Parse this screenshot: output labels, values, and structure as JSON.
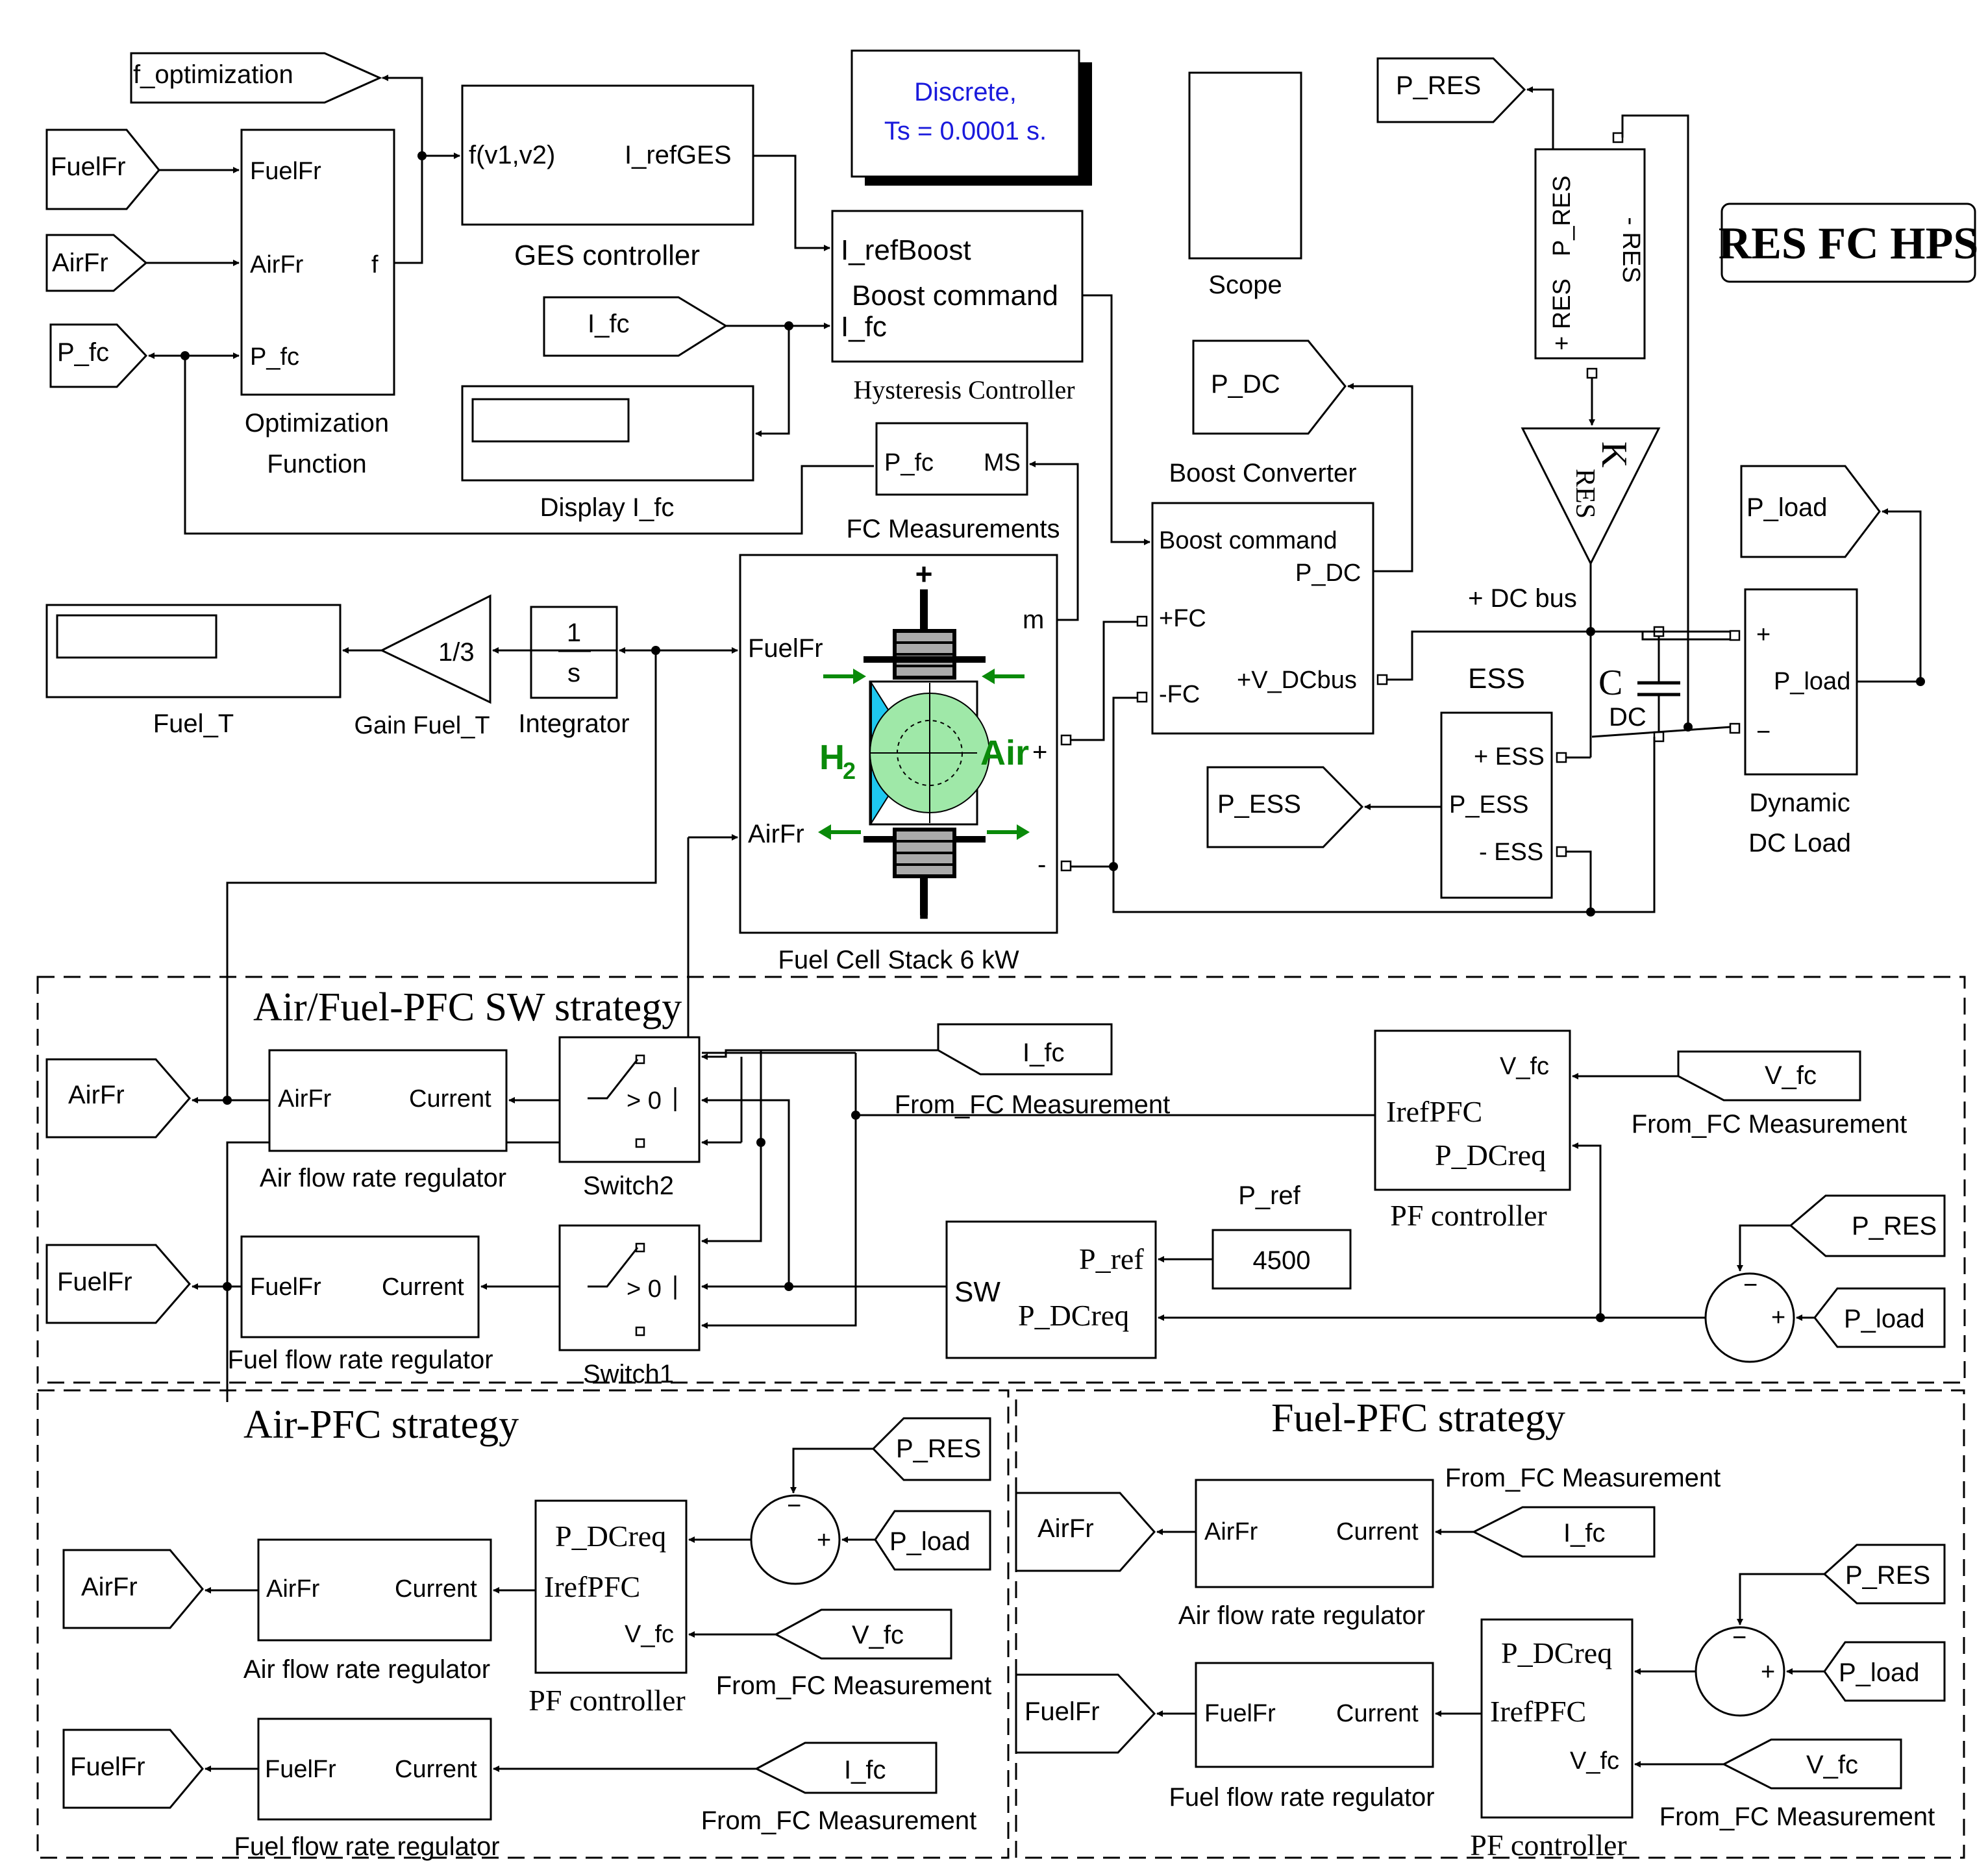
{
  "title": "RES FC HPS",
  "solver": {
    "line1": "Discrete,",
    "line2": "Ts = 0.0001 s."
  },
  "top": {
    "tag_f_optimization": "f_optimization",
    "tag_fuelfr": "FuelFr",
    "tag_airfr": "AirFr",
    "tag_p_fc": "P_fc",
    "tag_i_fc": "I_fc",
    "tag_p_res": "P_RES",
    "tag_p_dc": "P_DC",
    "tag_p_ess": "P_ESS",
    "tag_p_load": "P_load",
    "opt_in1": "FuelFr",
    "opt_in2": "AirFr",
    "opt_in3": "P_fc",
    "opt_out": "f",
    "opt_name1": "Optimization",
    "opt_name2": "Function",
    "ges_in": "f(v1,v2)",
    "ges_out": "I_refGES",
    "ges_name": "GES controller",
    "hyst_in1": "I_refBoost",
    "hyst_out": "Boost  command",
    "hyst_in2": "I_fc",
    "hyst_name": "Hysteresis Controller",
    "display_name": "Display I_fc",
    "scope_name": "Scope",
    "fcm_in": "P_fc",
    "fcm_out": "MS",
    "fcm_name": "FC Measurements",
    "fuelt_name": "Fuel_T",
    "gain_val": "1/3",
    "gain_name": "Gain Fuel_T",
    "int_num": "1",
    "int_den": "s",
    "int_name": "Integrator",
    "fc_in1": "FuelFr",
    "fc_in2": "AirFr",
    "fc_m": "m",
    "fc_plus": "+",
    "fc_minus": "-",
    "fc_top_plus": "+",
    "fc_bot_minus": "-",
    "fc_h2": "H",
    "fc_h2_sub": "2",
    "fc_air": "Air",
    "fc_name": "Fuel Cell Stack 6 kW",
    "boost_title": "Boost Converter",
    "boost_in1": "Boost command",
    "boost_out1": "P_DC",
    "boost_in2": "+FC",
    "boost_out2": "+V_DCbus",
    "boost_in3": "-FC",
    "res_p": "P_RES",
    "res_minus": "- RES",
    "res_plus": "+ RES",
    "k_res": "K",
    "k_res_sub": "RES",
    "dc_bus": "+ DC bus",
    "cap_c": "C",
    "cap_dc": "DC",
    "ess_title": "ESS",
    "ess_p": "+ ESS",
    "ess_out": "P_ESS",
    "ess_m": "- ESS",
    "load_plus": "+",
    "load_out": "P_load",
    "load_minus": "−",
    "load_name1": "Dynamic",
    "load_name2": "DC Load"
  },
  "sw_strategy": {
    "title": "Air/Fuel-PFC SW strategy",
    "tag_airfr": "AirFr",
    "tag_fuelfr": "FuelFr",
    "air_reg_in": "AirFr",
    "air_reg_out": "Current",
    "air_reg_name": "Air flow rate regulator",
    "fuel_reg_in": "FuelFr",
    "fuel_reg_out": "Current",
    "fuel_reg_name": "Fuel flow rate regulator",
    "switch2": "Switch2",
    "switch1": "Switch1",
    "sw_cond": "> 0",
    "tag_i_fc": "I_fc",
    "from1": "From_FC Measurement",
    "tag_v_fc": "V_fc",
    "from2": "From_FC Measurement",
    "pf_v_fc": "V_fc",
    "pf_iref": "IrefPFC",
    "pf_pdc": "P_DCreq",
    "pf_name": "PF controller",
    "p_ref_label": "P_ref",
    "const_val": "4500",
    "sw_sw": "SW",
    "sw_pref": "P_ref",
    "sw_pdc": "P_DCreq",
    "tag_p_res": "P_RES",
    "tag_p_load": "P_load",
    "sum_minus": "−",
    "sum_plus": "+"
  },
  "air_pfc": {
    "title": "Air-PFC strategy",
    "tag_airfr": "AirFr",
    "air_in": "AirFr",
    "air_out": "Current",
    "air_name": "Air flow rate regulator",
    "pf_pdc": "P_DCreq",
    "pf_iref": "IrefPFC",
    "pf_v_fc": "V_fc",
    "pf_name": "PF controller",
    "tag_p_res": "P_RES",
    "tag_p_load": "P_load",
    "sum_minus": "−",
    "sum_plus": "+",
    "tag_v_fc": "V_fc",
    "from_v": "From_FC Measurement",
    "tag_fuelfr": "FuelFr",
    "fuel_in": "FuelFr",
    "fuel_out": "Current",
    "fuel_name": "Fuel flow rate regulator",
    "tag_i_fc": "I_fc",
    "from_i": "From_FC Measurement"
  },
  "fuel_pfc": {
    "title": "Fuel-PFC strategy",
    "tag_airfr": "AirFr",
    "air_in": "AirFr",
    "air_out": "Current",
    "air_name": "Air flow rate regulator",
    "from_i": "From_FC Measurement",
    "tag_i_fc": "I_fc",
    "tag_p_res": "P_RES",
    "tag_p_load": "P_load",
    "sum_minus": "−",
    "sum_plus": "+",
    "tag_fuelfr": "FuelFr",
    "fuel_in": "FuelFr",
    "fuel_out": "Current",
    "fuel_name": "Fuel flow rate regulator",
    "pf_pdc": "P_DCreq",
    "pf_iref": "IrefPFC",
    "pf_v_fc": "V_fc",
    "pf_name": "PF controller",
    "tag_v_fc": "V_fc",
    "from_v": "From_FC Measurement"
  },
  "colors": {
    "solver_text": "#1a1adc",
    "green_text": "#0a8a0a",
    "fc_cyan": "#1ec8f0",
    "fc_green": "#9fe8a8"
  }
}
